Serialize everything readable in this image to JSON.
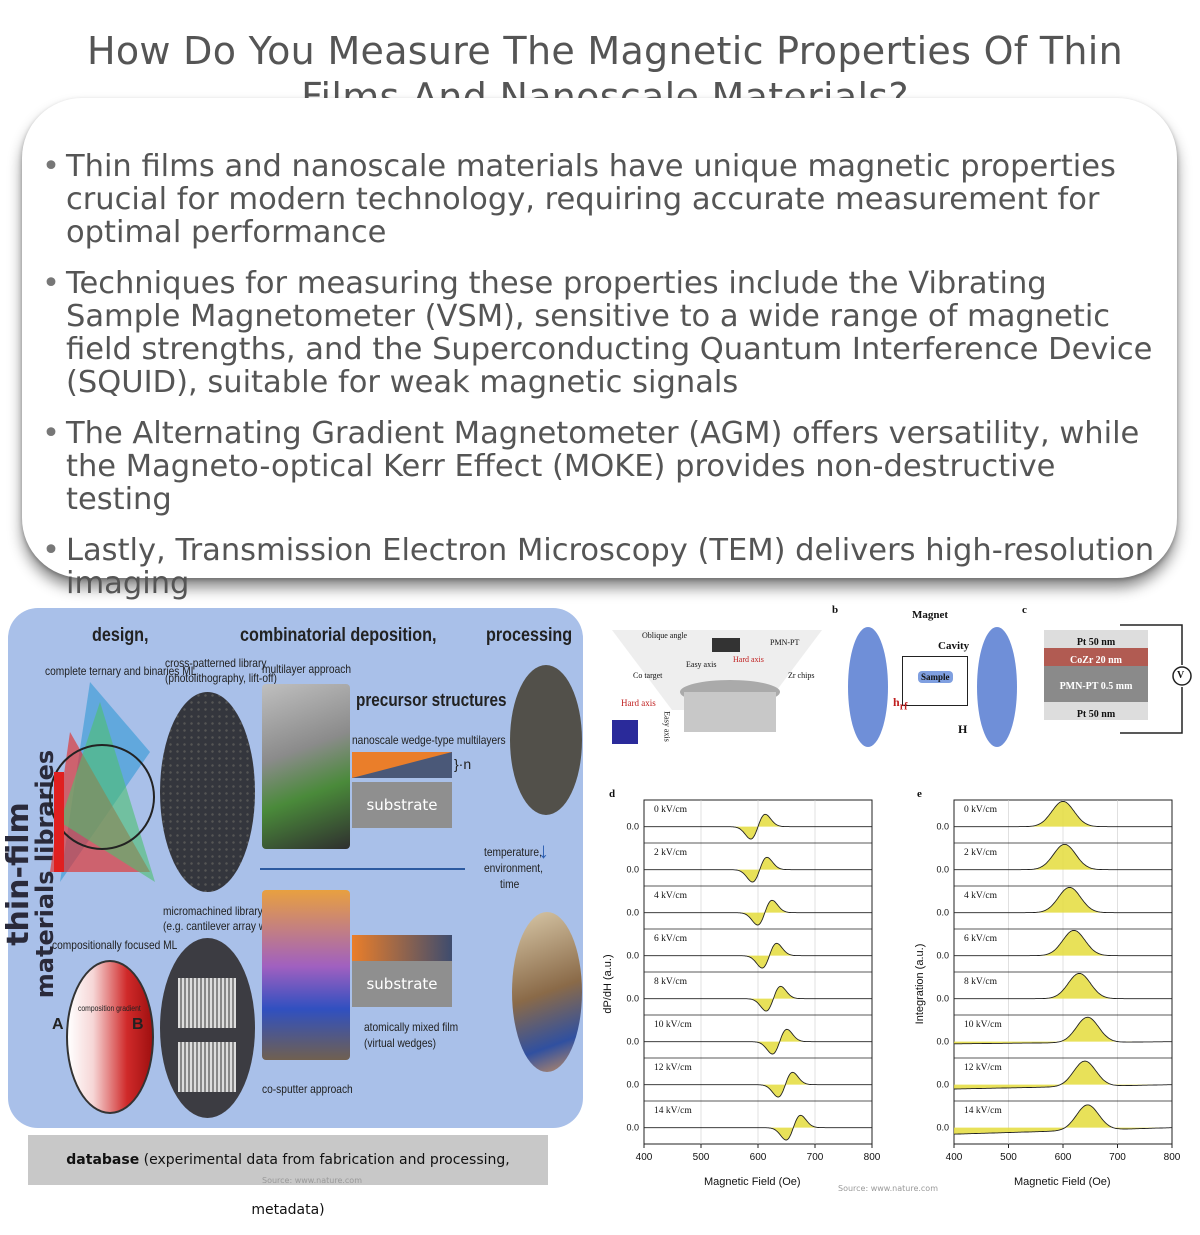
{
  "title": "How Do You Measure The Magnetic Properties Of Thin Films And Nanoscale Materials?",
  "bullets": [
    "Thin films and nanoscale materials have unique magnetic properties crucial for modern technology, requiring accurate measurement for optimal performance",
    "Techniques for measuring these properties include the Vibrating Sample Magnetometer (VSM), sensitive to a wide range of magnetic field strengths, and the Superconducting Quantum Interference Device (SQUID), suitable for weak magnetic signals",
    "The Alternating Gradient Magnetometer (AGM) offers versatility, while the Magneto-optical Kerr Effect (MOKE) provides non-destructive testing",
    "Lastly, Transmission Electron Microscopy (TEM) delivers high-resolution imaging"
  ],
  "left_figure": {
    "vertical_title_1": "thin-film",
    "vertical_title_2": "materials libraries",
    "design": "design,",
    "combinatorial": "combinatorial deposition,",
    "processing": "processing",
    "ternary": "complete ternary and binaries ML",
    "cross_patterned": "cross-patterned library",
    "cross_patterned_2": "(photolithography, lift-off)",
    "multilayer": "multilayer approach",
    "precursor": "precursor structures",
    "wedge": "nanoscale wedge-type multilayers",
    "n_label": "}·n",
    "substrate_1": "substrate",
    "substrate_2": "substrate",
    "temperature": "temperature,",
    "environment": "environment,",
    "time": "time",
    "compositional": "compositionally focused ML",
    "micromachined": "micromachined library",
    "micromachined_2": "(e.g. cantilever array wafer)",
    "composition_gradient": "composition gradient",
    "label_A": "A",
    "label_B": "B",
    "mixed_film": "atomically mixed film",
    "mixed_film_2": "(virtual wedges)",
    "cosputter": "co-sputter approach",
    "database_bold": "database",
    "database_rest": " (experimental data from fabrication and processing, metadata)",
    "source": "Source: www.nature.com"
  },
  "right_figure": {
    "panel_a_labels": {
      "oblique": "Oblique angle",
      "pmnpt": "PMN-PT",
      "easy": "Easy axis",
      "hard": "Hard axis",
      "co_target": "Co target",
      "zr": "Zr chips",
      "hard_axis_2": "Hard axis",
      "easy_axis_2": "Easy axis"
    },
    "panel_b_labels": {
      "letter": "b",
      "magnet": "Magnet",
      "cavity": "Cavity",
      "sample": "Sample",
      "hrf": "h",
      "hrf_sub": "rf",
      "H": "H"
    },
    "panel_c_labels": {
      "letter": "c",
      "pt_top": "Pt 50 nm",
      "cozr": "CoZr 20 nm",
      "pmnpt": "PMN-PT 0.5 mm",
      "pt_bottom": "Pt 50 nm",
      "volt": "V"
    },
    "panel_d": {
      "letter": "d",
      "ylabel": "dP/dH (a.u.)",
      "xlabel": "Magnetic Field (Oe)"
    },
    "panel_e": {
      "letter": "e",
      "ylabel": "Integration (a.u.)",
      "xlabel": "Magnetic Field (Oe)"
    },
    "source": "Source: www.nature.com"
  },
  "chart_data": [
    {
      "type": "line",
      "panel": "d",
      "xlabel": "Magnetic Field (Oe)",
      "ylabel": "dP/dH (a.u.)",
      "xlim": [
        400,
        800
      ],
      "xticks": [
        400,
        500,
        600,
        700,
        800
      ],
      "ytick_label": "0.0",
      "series": [
        {
          "name": "0 kV/cm",
          "resonance": 600
        },
        {
          "name": "2 kV/cm",
          "resonance": 603
        },
        {
          "name": "4 kV/cm",
          "resonance": 612
        },
        {
          "name": "6 kV/cm",
          "resonance": 620
        },
        {
          "name": "8 kV/cm",
          "resonance": 627
        },
        {
          "name": "10 kV/cm",
          "resonance": 638
        },
        {
          "name": "12 kV/cm",
          "resonance": 648
        },
        {
          "name": "14 kV/cm",
          "resonance": 662
        }
      ]
    },
    {
      "type": "line",
      "panel": "e",
      "xlabel": "Magnetic Field (Oe)",
      "ylabel": "Integration (a.u.)",
      "xlim": [
        400,
        800
      ],
      "xticks": [
        400,
        500,
        600,
        700,
        800
      ],
      "ytick_label": "0.0",
      "series": [
        {
          "name": "0 kV/cm",
          "resonance": 600
        },
        {
          "name": "2 kV/cm",
          "resonance": 603
        },
        {
          "name": "4 kV/cm",
          "resonance": 612
        },
        {
          "name": "6 kV/cm",
          "resonance": 620
        },
        {
          "name": "8 kV/cm",
          "resonance": 630
        },
        {
          "name": "10 kV/cm",
          "resonance": 645
        },
        {
          "name": "12 kV/cm",
          "resonance": 640
        },
        {
          "name": "14 kV/cm",
          "resonance": 645
        }
      ]
    }
  ]
}
